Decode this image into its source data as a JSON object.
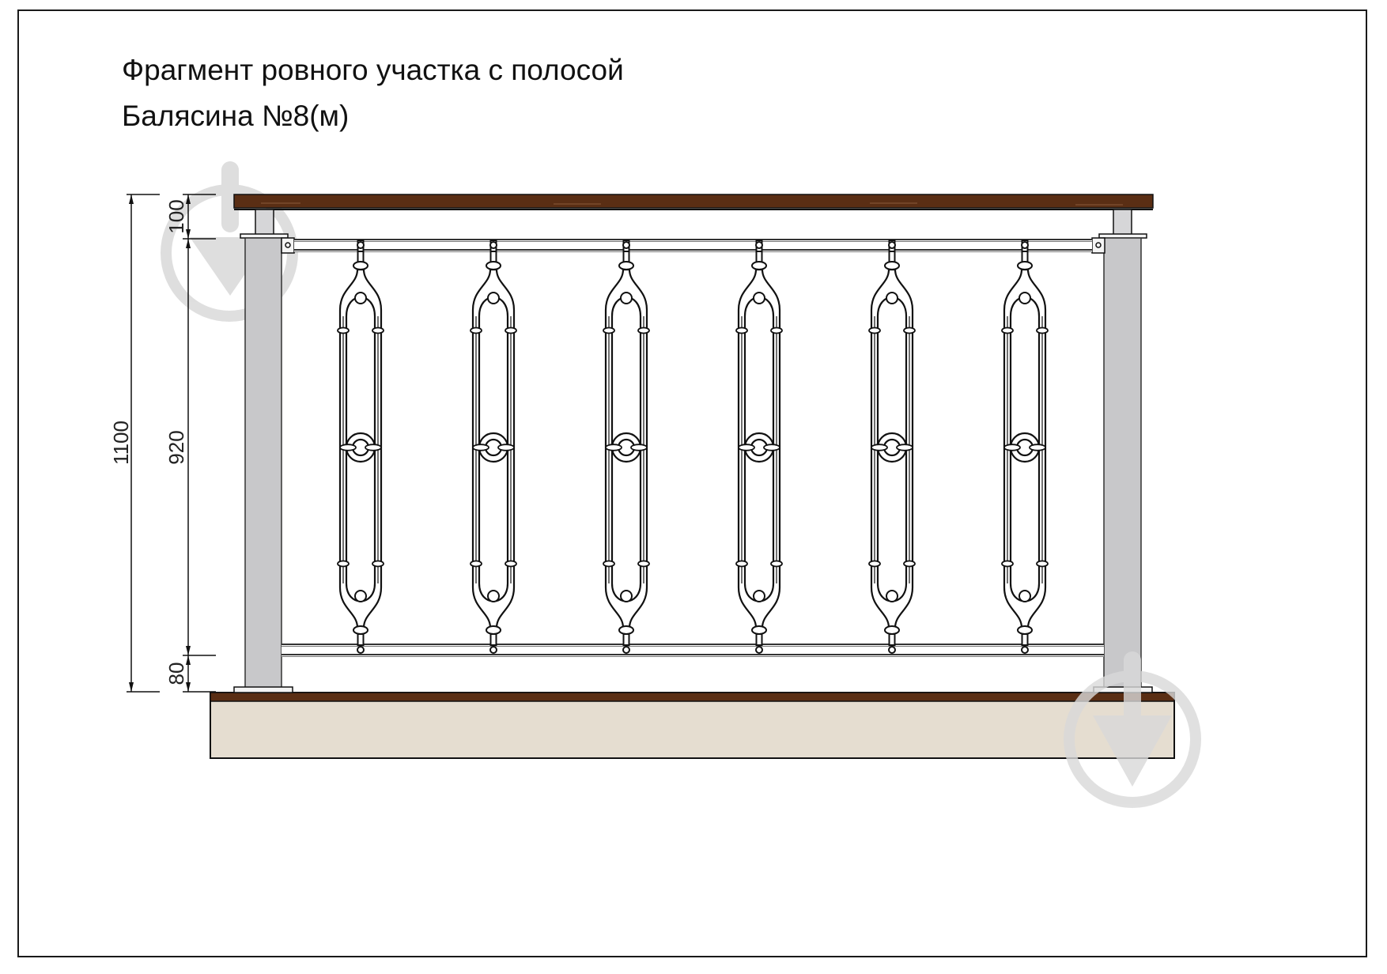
{
  "header": {
    "title_line1": "Фрагмент ровного участка с полосой",
    "title_line2": "Балясина №8(м)"
  },
  "dimensions": {
    "overall_height": "1100",
    "top_gap": "100",
    "infill_height": "920",
    "bottom_gap": "80"
  },
  "drawing": {
    "baluster_count": 6,
    "colors": {
      "handrail": "#5a2e14",
      "post": "#c8c8ca",
      "base_top": "#5a2e14",
      "base_slab": "#e5ddd0",
      "watermark": "#d9d9d9",
      "line": "#111111"
    }
  },
  "watermarks": [
    {
      "name": "download-arrow-watermark-top-left"
    },
    {
      "name": "download-arrow-watermark-bottom-right"
    }
  ]
}
